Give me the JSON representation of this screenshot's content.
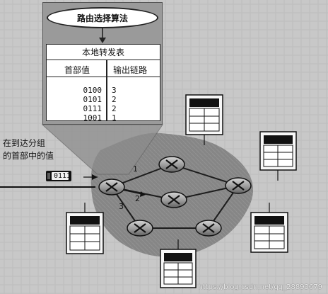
{
  "diagram": {
    "algorithm_label": "路由选择算法",
    "table_title": "本地转发表",
    "table_headers": {
      "prefix": "首部值",
      "link": "输出链路"
    },
    "table_rows": [
      {
        "prefix": "0100",
        "link": "3"
      },
      {
        "prefix": "0101",
        "link": "2"
      },
      {
        "prefix": "0111",
        "link": "2"
      },
      {
        "prefix": "1001",
        "link": "1"
      }
    ],
    "packet_label_lines": [
      "在到达分组",
      "的首部中的值"
    ],
    "packet_value": "0111",
    "link_numbers": [
      "1",
      "2",
      "3"
    ],
    "watermark": "https://blog.csdn.net/qq_28893679"
  }
}
